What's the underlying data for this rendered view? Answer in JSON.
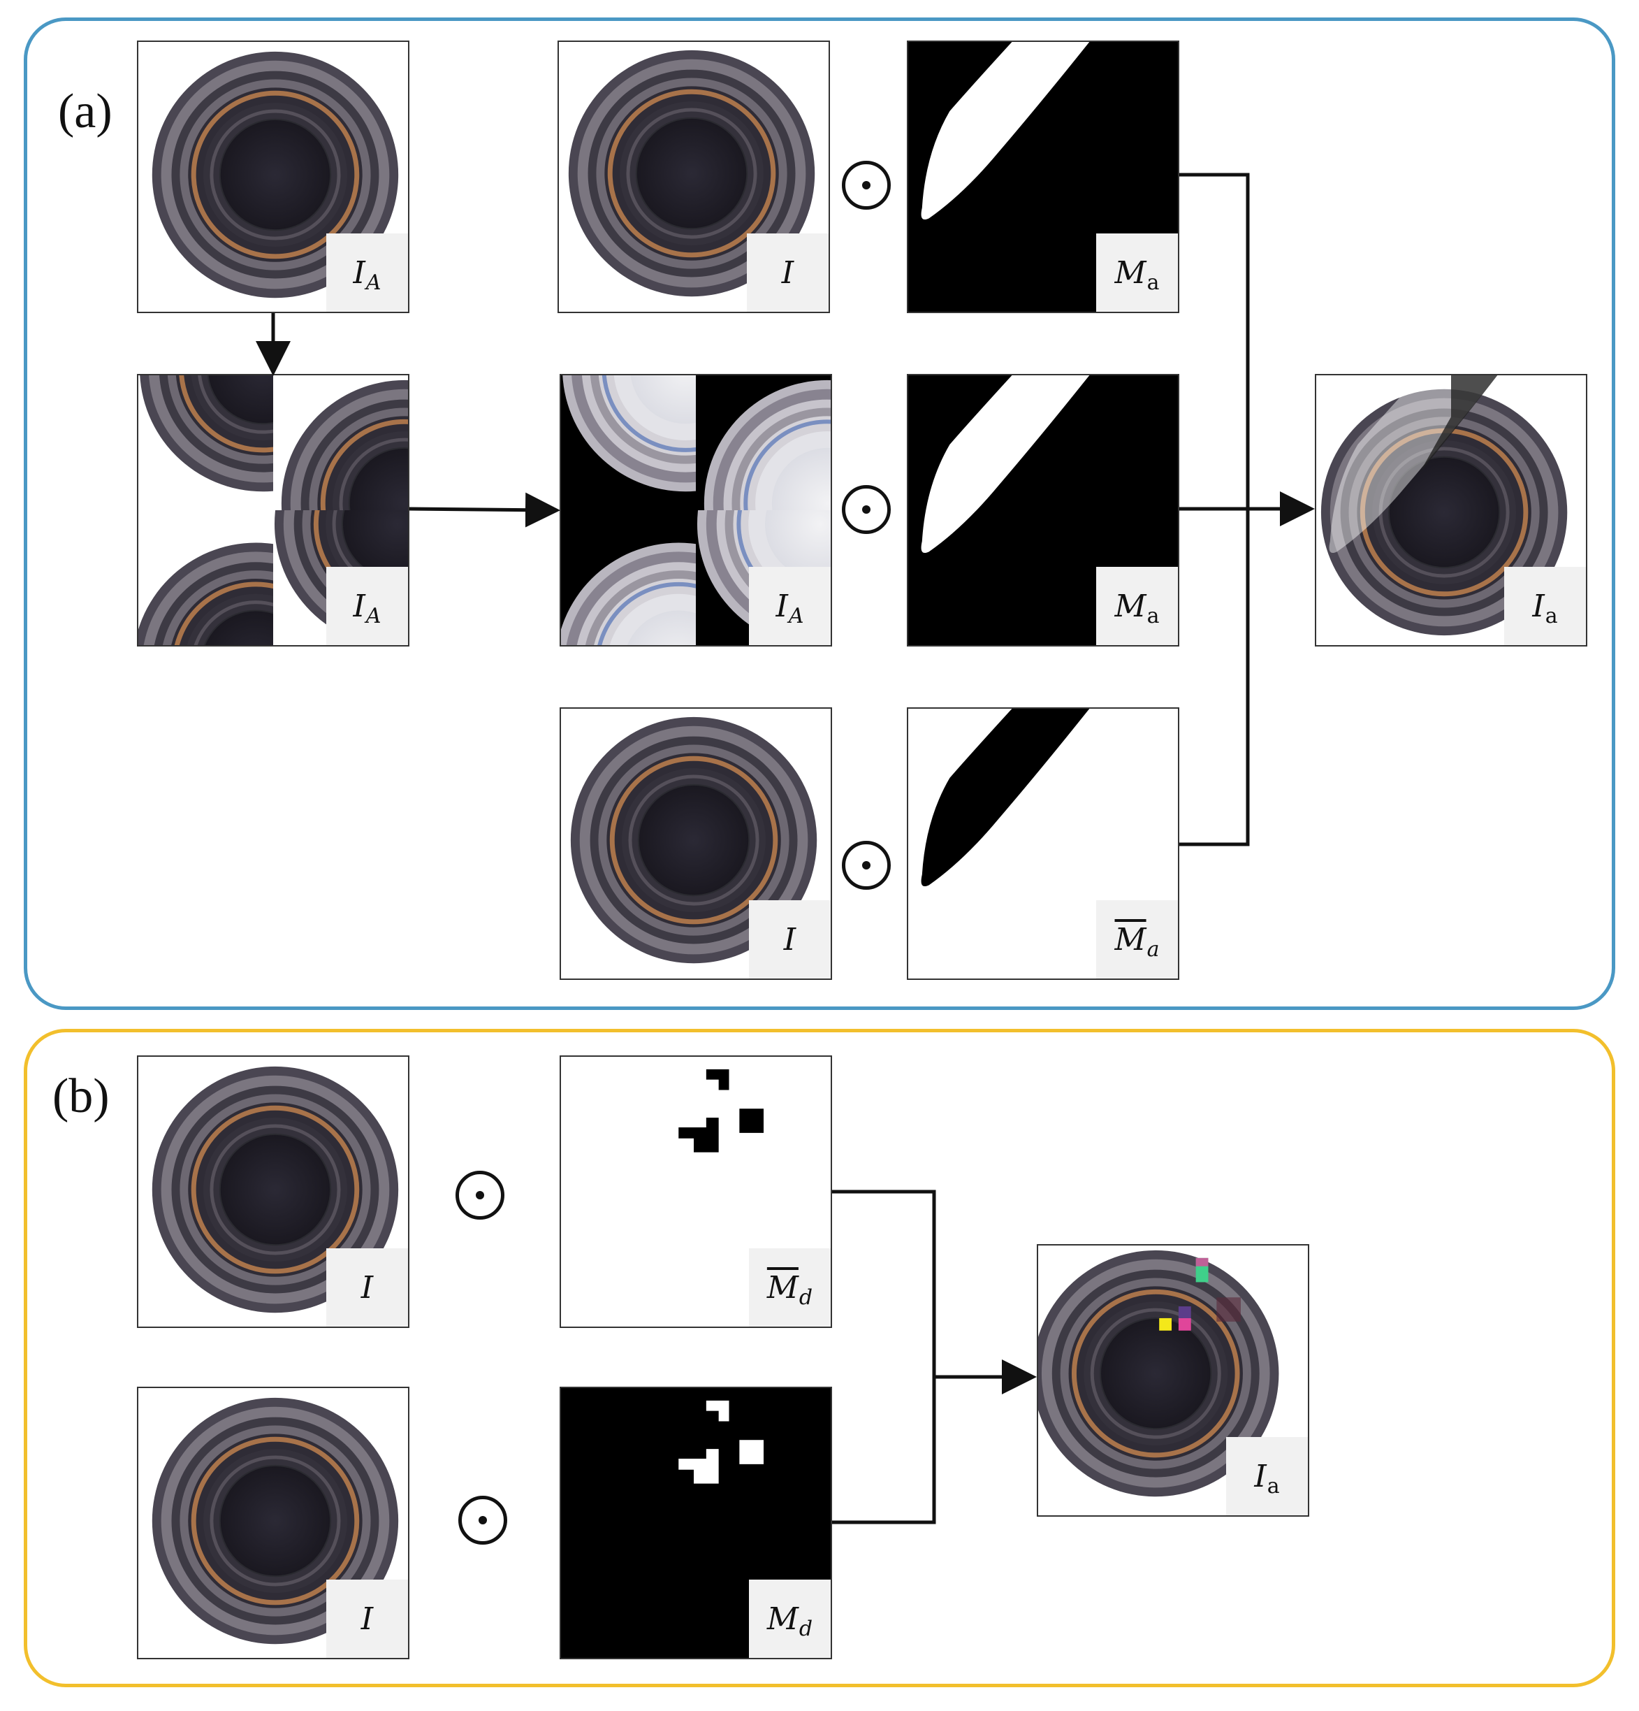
{
  "panels": {
    "a": {
      "label": "(a)",
      "border_color": "#4a98c4"
    },
    "b": {
      "label": "(b)",
      "border_color": "#f2bf2c"
    }
  },
  "tiles": {
    "a_ia_orig": {
      "label": "I",
      "sub": "A"
    },
    "a_i_top": {
      "label": "I",
      "sub": ""
    },
    "a_ma_top": {
      "label": "M",
      "sub": "a"
    },
    "a_ia_shuffled": {
      "label": "I",
      "sub": "A"
    },
    "a_ia_inverted": {
      "label": "I",
      "sub": "A"
    },
    "a_ma_mid": {
      "label": "M",
      "sub": "a"
    },
    "a_result": {
      "label": "I",
      "sub": "a"
    },
    "a_i_bottom": {
      "label": "I",
      "sub": ""
    },
    "a_ma_bar": {
      "label": "M",
      "sub": "a"
    },
    "b_i_top": {
      "label": "I",
      "sub": ""
    },
    "b_md_bar": {
      "label": "M",
      "sub": "d"
    },
    "b_i_bottom": {
      "label": "I",
      "sub": ""
    },
    "b_md": {
      "label": "M",
      "sub": "d"
    },
    "b_result": {
      "label": "I",
      "sub": "a"
    }
  },
  "operator": "⊙",
  "colors": {
    "wire": "#111111",
    "tag_bg": "#f1f1f1",
    "bottle_dark": "#1f1d26",
    "bottle_ring": "#5a5560",
    "bottle_amber": "#a8734a",
    "patch_yellow": "#f4e81a",
    "patch_pink": "#e0459a",
    "patch_green": "#3fd08a",
    "patch_purple": "#5c3d8a"
  }
}
